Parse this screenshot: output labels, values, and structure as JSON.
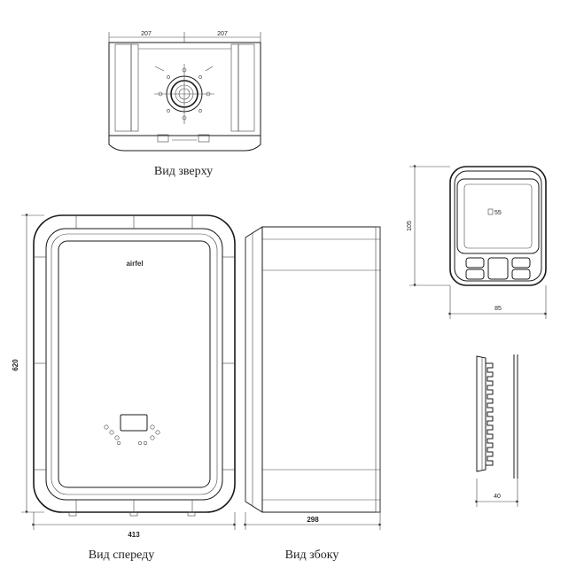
{
  "top_view": {
    "caption": "Вид зверху",
    "dim_left": "207",
    "dim_right": "207"
  },
  "front_view": {
    "caption": "Вид спереду",
    "brand": "airfel",
    "dim_width": "413",
    "dim_height": "620"
  },
  "side_view": {
    "caption": "Вид збоку",
    "dim_depth": "298"
  },
  "thermostat": {
    "display_value": "55",
    "dim_height": "105",
    "dim_width": "85",
    "dim_depth": "40"
  },
  "colors": {
    "line": "#1a1a1a",
    "background": "#ffffff"
  }
}
